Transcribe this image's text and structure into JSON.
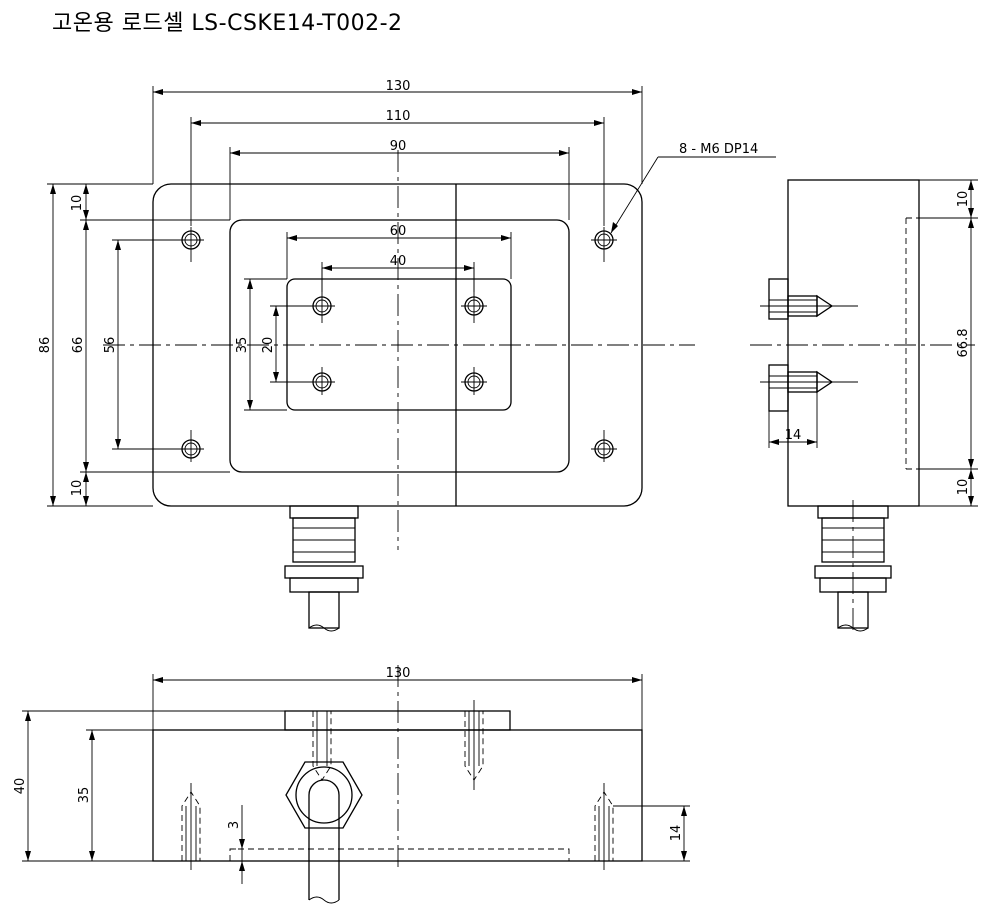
{
  "title": "고온용 로드셀 LS-CSKE14-T002-2",
  "dimensions": {
    "front": {
      "w130": "130",
      "w110": "110",
      "w90": "90",
      "w60": "60",
      "w40": "40",
      "h86": "86",
      "h66": "66",
      "h56": "56",
      "h35": "35",
      "h20": "20",
      "top10": "10",
      "bot10": "10"
    },
    "hole_callout": "8 - M6 DP14",
    "side": {
      "top10": "10",
      "h66_8": "66.8",
      "bot10": "10",
      "d14": "14"
    },
    "bottom": {
      "w130": "130",
      "h40": "40",
      "h35": "35",
      "h3": "3",
      "h14": "14"
    }
  }
}
